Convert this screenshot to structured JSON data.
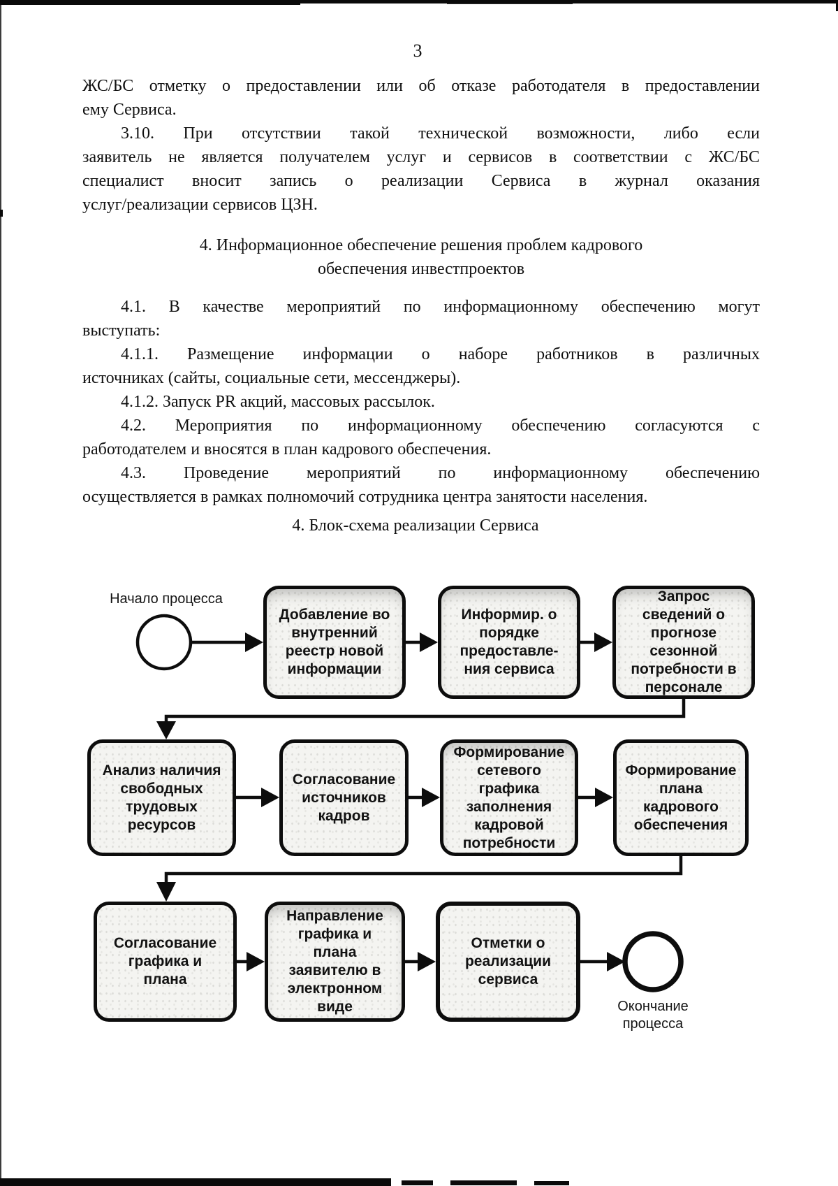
{
  "colors": {
    "paper": "#ffffff",
    "ink": "#101010",
    "line": "#0d0d0d",
    "box-fill": "#f4f4f1"
  },
  "doc": {
    "page_number": "3",
    "para_intro": {
      "lines": [
        "ЖС/БС отметку о предоставлении или об отказе работодателя в предоставлении",
        "ему Сервиса."
      ]
    },
    "para_3_10": {
      "lines": [
        "3.10. При отсутствии такой технической возможности, либо если",
        "заявитель не является получателем услуг и сервисов в соответствии с ЖС/БС",
        "специалист вносит запись о реализации Сервиса в журнал оказания",
        "услуг/реализации сервисов ЦЗН."
      ]
    },
    "heading_4": {
      "lines": [
        "4. Информационное обеспечение решения проблем кадрового",
        "обеспечения инвестпроектов"
      ]
    },
    "para_4_1": {
      "lines": [
        "4.1. В качестве мероприятий по информационному обеспечению могут",
        "выступать:"
      ]
    },
    "para_4_1_1": {
      "lines": [
        "4.1.1. Размещение информации о наборе работников в различных",
        "источниках (сайты, социальные сети, мессенджеры)."
      ]
    },
    "para_4_1_2": {
      "lines": [
        "4.1.2. Запуск PR акций, массовых рассылок."
      ]
    },
    "para_4_2": {
      "lines": [
        "4.2. Мероприятия по информационному обеспечению согласуются с",
        "работодателем и вносятся в план кадрового обеспечения."
      ]
    },
    "para_4_3": {
      "lines": [
        "4.3. Проведение мероприятий по информационному обеспечению",
        "осуществляется в рамках полномочий сотрудника центра занятости населения."
      ]
    }
  },
  "diagram": {
    "title": "4. Блок-схема реализации Сервиса",
    "start_label": "Начало процесса",
    "end_label": "Окончание\nпроцесса",
    "boxes": {
      "add_registry": "Добавление во\nвнутренний\nреестр новой\nинформации",
      "inform_order": "Информир. о\nпорядке\nпредоставле-\nния сервиса",
      "request_forecast": "Запрос\nсведений о\nпрогнозе\nсезонной\nпотребности в\nперсонале",
      "analyze_resources": "Анализ наличия\nсвободных\nтрудовых\nресурсов",
      "agree_sources": "Согласование\nисточников\nкадров",
      "form_schedule": "Формирование\nсетевого\nграфика\nзаполнения\nкадровой\nпотребности",
      "form_plan": "Формирование\nплана\nкадрового\nобеспечения",
      "agree_schedule_plan": "Согласование\nграфика и\nплана",
      "send_to_applicant": "Направление\nграфика и\nплана\nзаявителю в\nэлектронном\nвиде",
      "marks_service": "Отметки о\nреализации\nсервиса"
    }
  }
}
